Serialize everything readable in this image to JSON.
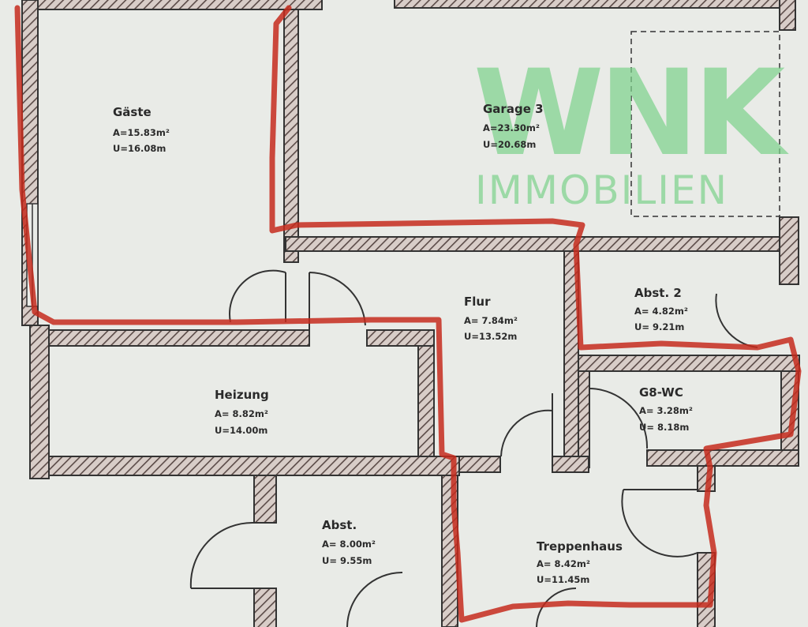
{
  "rooms": {
    "gaeste": {
      "name": "Gäste",
      "area": "A=15.83m²",
      "perimeter": "U=16.08m"
    },
    "garage": {
      "name": "Garage 3",
      "area": "A=23.30m²",
      "perimeter": "U=20.68m"
    },
    "flur": {
      "name": "Flur",
      "area": "A= 7.84m²",
      "perimeter": "U=13.52m"
    },
    "abst2": {
      "name": "Abst. 2",
      "area": "A= 4.82m²",
      "perimeter": "U= 9.21m"
    },
    "heizung": {
      "name": "Heizung",
      "area": "A= 8.82m²",
      "perimeter": "U=14.00m"
    },
    "gwc": {
      "name": "G8-WC",
      "area": "A= 3.28m²",
      "perimeter": "U= 8.18m"
    },
    "abst": {
      "name": "Abst.",
      "area": "A= 8.00m²",
      "perimeter": "U= 9.55m"
    },
    "treppenhaus": {
      "name": "Treppenhaus",
      "area": "A= 8.42m²",
      "perimeter": "U=11.45m"
    }
  },
  "watermark": {
    "line1": "WNK",
    "line2": "IMMOBILIEN",
    "color": "#7ed18e"
  },
  "colors": {
    "paper": "#e9ebe7",
    "wall_fill": "#d8cdc8",
    "wall_hatch": "#5a4a47",
    "outline": "#333333",
    "highlight": "#c62b1d"
  }
}
